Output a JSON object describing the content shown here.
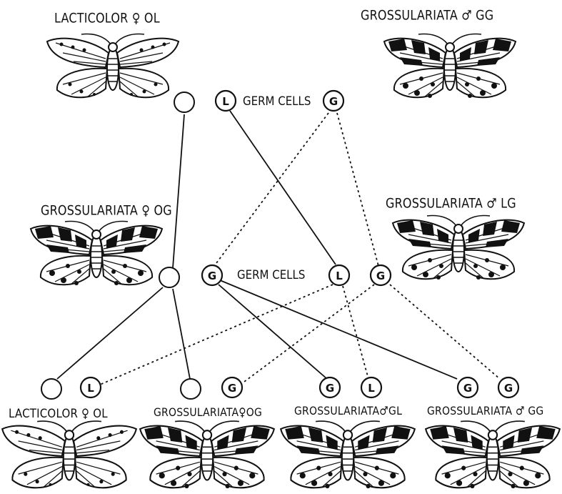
{
  "generation1": {
    "female_label": "LACTICOLOR ♀ OL",
    "male_label": "GROSSULARIATA ♂ GG",
    "germ_cells_label": "GERM CELLS",
    "cells": [
      "",
      "L",
      "G"
    ]
  },
  "generation2": {
    "female_label": "GROSSULARIATA ♀ OG",
    "male_label": "GROSSULARIATA ♂ LG",
    "germ_cells_label": "GERM CELLS",
    "cells": [
      "",
      "G",
      "L",
      "G"
    ]
  },
  "generation3": {
    "offspring": [
      {
        "label": "LACTICOLOR ♀ OL",
        "cells": [
          "",
          "L"
        ]
      },
      {
        "label": "GROSSULARIATA♀OG",
        "cells": [
          "",
          "G"
        ]
      },
      {
        "label": "GROSSULARIATA♂GL",
        "cells": [
          "G",
          "L"
        ]
      },
      {
        "label": "GROSSULARIATA ♂ GG",
        "cells": [
          "G",
          "G"
        ]
      }
    ]
  },
  "moth_patterns": {
    "lacticolor": "pale",
    "grossulariata": "dark"
  }
}
